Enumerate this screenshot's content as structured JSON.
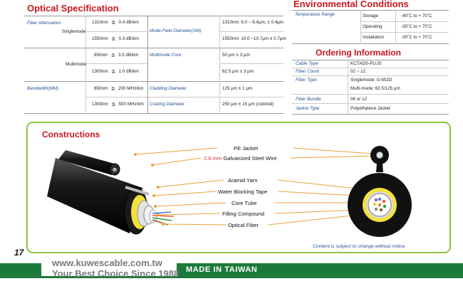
{
  "optical": {
    "title": "Optical Specification",
    "fiber_attenuation_label": "Fiber Attenuation",
    "singlemode_label": "Singlemode",
    "multimode_label": "Multimode",
    "att_rows": [
      {
        "wl": "1310nm",
        "val": "0.4 dB/km"
      },
      {
        "wl": "1550nm",
        "val": "0.3 dB/km"
      },
      {
        "wl": "850nm",
        "val": "3.5 dB/km"
      },
      {
        "wl": "1300nm",
        "val": "1.0 dB/km"
      }
    ],
    "le_symbol": "≦",
    "bandwidth_label": "Bandwidth(MM)",
    "bw_rows": [
      {
        "wl": "850nm",
        "val": "200 MHz/km"
      },
      {
        "wl": "1300nm",
        "val": "500 MHz/km"
      }
    ],
    "mfd_label": "Mode-Field Diameter(SM)",
    "mfd_values": [
      "1310nm: 9.0 ~ 9.4μm, ± 0.4μm",
      "1550nm: 10.0 ~10.7μm ± 0.7μm"
    ],
    "mm_core_label": "Multimode Core",
    "mm_core_values": [
      "50 μm ± 3 μm",
      "62.5 μm ± 3 μm"
    ],
    "cladding_label": "Cladding Diameter",
    "cladding_value": "125 μm ± 1 μm",
    "coating_label": "Coating Diameter",
    "coating_value": "250 μm ± 15 μm (colored)"
  },
  "environmental": {
    "title": "Environmental Conditions",
    "temp_label": "Temperature Range",
    "rows": [
      {
        "name": "Storage",
        "value": "-40˚C to + 70˚C"
      },
      {
        "name": "Operating",
        "value": "-30˚C to + 70˚C"
      },
      {
        "name": "Installation",
        "value": "-30˚C to + 70˚C"
      }
    ]
  },
  "ordering": {
    "title": "Ordering Information",
    "rows": [
      {
        "label": "Cable Type",
        "values": [
          "KCTADS-PLUS"
        ]
      },
      {
        "label": "Fiber Count",
        "values": [
          "02 ~ 12"
        ]
      },
      {
        "label": "Fiber Type",
        "values": [
          "Singlemode: G.652D",
          "Multi-mode: 62.5/125 μm"
        ]
      },
      {
        "label": "Fiber Bundle",
        "values": [
          "06 or 12"
        ]
      },
      {
        "label": "Jacket Type",
        "values": [
          "Polyethylene Jacket"
        ]
      }
    ]
  },
  "constructions": {
    "title": "Constructions",
    "pe_jacket": "PE Jacket",
    "steel_wire_size": "2.6 mm",
    "steel_wire_text": "Galvanized Steel Wire",
    "aramid": "Aramid Yarn",
    "water_tape": "Water Blocking Tape",
    "core_tube": "Core Tube",
    "filling": "Filling Compound",
    "optical_fiber": "Optical Fiber",
    "notice": "Content is subject to change without notice."
  },
  "footer": {
    "page_number": "17",
    "website": "www.kuwescable.com.tw",
    "slogan": "Your Best Choice Since 1988",
    "made_in": "MADE IN TAIWAN"
  },
  "colors": {
    "title_red": "#c8161d",
    "label_blue": "#1f4f8f",
    "green_border": "#8cc63f",
    "footer_green": "#1e7a3c",
    "leader_orange": "#e8a33d"
  }
}
